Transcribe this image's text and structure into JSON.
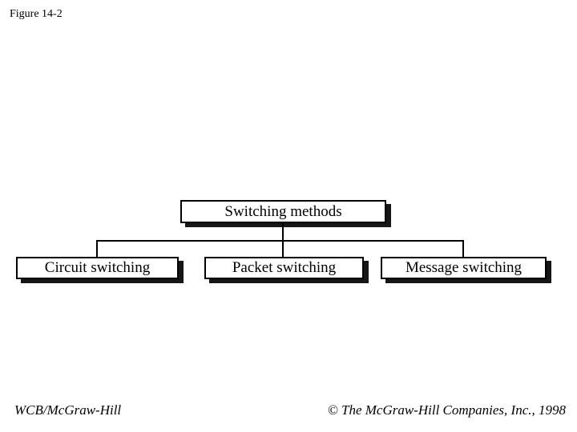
{
  "slide": {
    "figure_label": "Figure 14-2",
    "footer": {
      "left": "WCB/McGraw-Hill",
      "right": "© The McGraw-Hill Companies, Inc., 1998"
    }
  },
  "diagram": {
    "type": "tree",
    "root": {
      "label": "Switching methods"
    },
    "children": [
      {
        "label": "Circuit switching"
      },
      {
        "label": "Packet switching"
      },
      {
        "label": "Message switching"
      }
    ]
  },
  "colors": {
    "background": "#ffffff",
    "text": "#000000",
    "box_border": "#000000",
    "box_shadow": "#161616",
    "connector": "#000000"
  }
}
